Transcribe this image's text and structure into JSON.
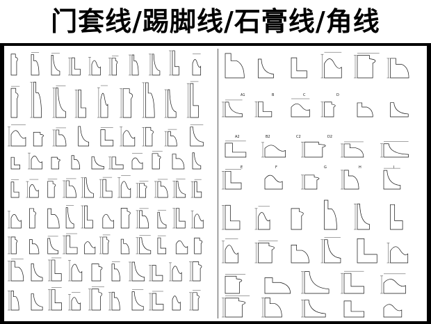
{
  "title": "门套线/踢脚线/石膏线/角线",
  "right_labels": [
    "A1",
    "B",
    "C",
    "D",
    "A2",
    "B2",
    "C2",
    "D2",
    "E",
    "F",
    "G",
    "H",
    "I"
  ],
  "colors": {
    "background": "#000000",
    "sheet": "#ffffff",
    "ink": "#111111"
  }
}
